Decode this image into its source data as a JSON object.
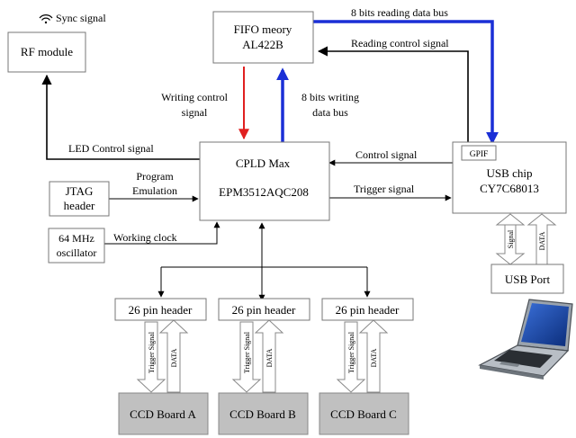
{
  "blocks": {
    "rf_module": "RF module",
    "fifo_line1": "FIFO meory",
    "fifo_line2": "AL422B",
    "cpld_line1": "CPLD Max",
    "cpld_line2": "EPM3512AQC208",
    "jtag_line1": "JTAG",
    "jtag_line2": "header",
    "osc_line1": "64 MHz",
    "osc_line2": "oscillator",
    "usb_chip_line1": "USB chip",
    "usb_chip_line2": "CY7C68013",
    "gpif": "GPIF",
    "usb_port": "USB Port",
    "header_a": "26 pin header",
    "header_b": "26 pin header",
    "header_c": "26 pin header",
    "ccd_a": "CCD Board A",
    "ccd_b": "CCD Board B",
    "ccd_c": "CCD Board C"
  },
  "signals": {
    "sync": "Sync signal",
    "reading_bus": "8 bits reading data bus",
    "reading_control": "Reading control signal",
    "writing_control_line1": "Writing control",
    "writing_control_line2": "signal",
    "writing_bus_line1": "8 bits writing",
    "writing_bus_line2": "data bus",
    "led_control": "LED Control signal",
    "control": "Control signal",
    "program_line1": "Program",
    "program_line2": "Emulation",
    "trigger": "Trigger signal",
    "working_clock": "Working clock",
    "hollow_signal": "Signal",
    "hollow_data": "DATA",
    "hollow_trigger": "Trigger Signal"
  },
  "icons": [
    "wifi-icon",
    "laptop-icon"
  ],
  "colors": {
    "writing_control": "#e02020",
    "data_bus": "#1a2fd6",
    "ccd_fill": "#c0c0c0",
    "line": "#000000"
  }
}
